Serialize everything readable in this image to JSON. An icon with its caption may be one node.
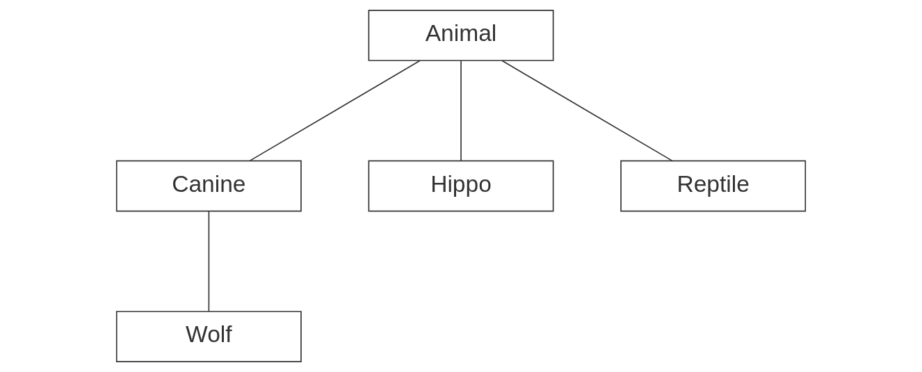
{
  "diagram": {
    "nodes": [
      {
        "text": [
          "Animal"
        ]
      },
      {
        "text": [
          "Canine"
        ]
      },
      {
        "text": [
          "Hippo"
        ]
      },
      {
        "text": [
          "Reptile"
        ]
      },
      {
        "text": [
          "Wolf"
        ]
      }
    ],
    "edges": [
      {
        "from": 0,
        "to": 1,
        "arrow": "none"
      },
      {
        "from": 0,
        "to": 2,
        "arrow": "none"
      },
      {
        "from": 0,
        "to": 3,
        "arrow": "none"
      },
      {
        "from": 1,
        "to": 4,
        "arrow": "none"
      }
    ]
  }
}
